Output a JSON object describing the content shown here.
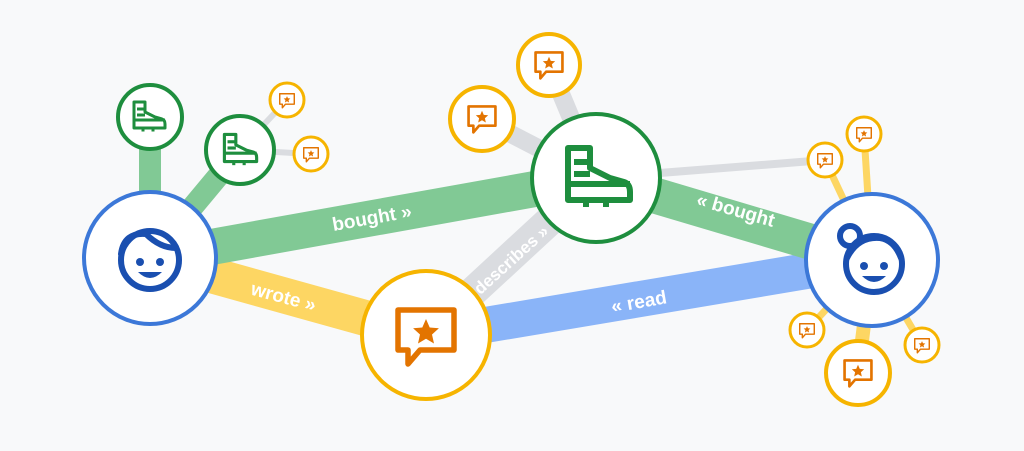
{
  "colors": {
    "background": "#f8f9fa",
    "person": "#3c78d8",
    "person_icon": "#1a4fb0",
    "product": "#1e8e3e",
    "product_edge": "#81c995",
    "review": "#f6b400",
    "review_icon": "#e37400",
    "wrote_edge": "#fdd663",
    "read_edge": "#8ab4f8",
    "neutral_edge": "#dadce0",
    "white": "#ffffff"
  },
  "edges": {
    "bought_left": "bought »",
    "bought_right": "« bought",
    "wrote": "wrote »",
    "read": "« read",
    "describes": "describes »"
  },
  "nodes": {
    "person_left": {
      "type": "person",
      "icon": "boy-face-icon"
    },
    "person_right": {
      "type": "person",
      "icon": "girl-face-icon"
    },
    "boot_center": {
      "type": "product",
      "icon": "boot-icon"
    },
    "review_center": {
      "type": "review",
      "icon": "review-star-icon"
    },
    "boot_small_1": {
      "type": "product",
      "icon": "boot-icon"
    },
    "boot_small_2": {
      "type": "product",
      "icon": "boot-icon"
    }
  }
}
